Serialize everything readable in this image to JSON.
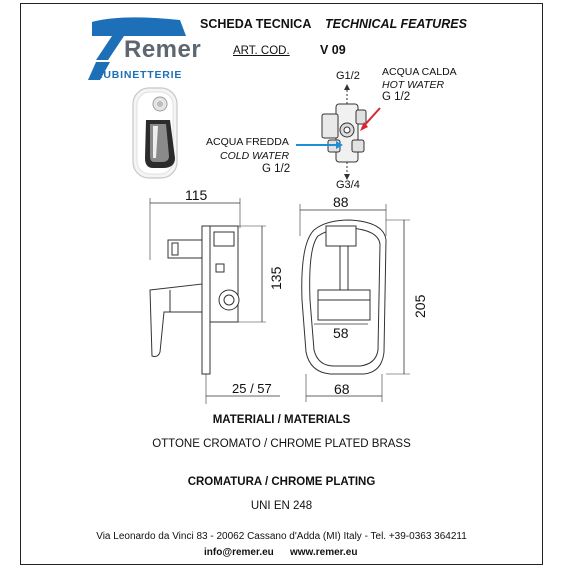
{
  "brand": {
    "logo_text": "Remer",
    "tagline": "RUBINETTERIE"
  },
  "header": {
    "title_it": "SCHEDA TECNICA",
    "title_en": "TECHNICAL FEATURES",
    "art_label": "ART. COD.",
    "art_code": "V 09"
  },
  "callouts": {
    "top_port": "G1/2",
    "hot_it": "ACQUA CALDA",
    "hot_en": "HOT WATER",
    "hot_size": "G 1/2",
    "cold_it": "ACQUA FREDDA",
    "cold_en": "COLD WATER",
    "cold_size": "G 1/2",
    "bottom_port": "G3/4"
  },
  "dimensions": {
    "side_depth": "115",
    "side_height": "135",
    "side_wall": "25 / 57",
    "front_width": "88",
    "front_height": "205",
    "front_inner": "58",
    "front_bottom": "68"
  },
  "materials": {
    "title": "MATERIALI / MATERIALS",
    "value": "OTTONE CROMATO / CHROME PLATED BRASS"
  },
  "plating": {
    "title": "CROMATURA / CHROME PLATING",
    "value": "UNI EN 248"
  },
  "footer": {
    "address": "Via Leonardo da Vinci 83 - 20062 Cassano d'Adda (MI) Italy - Tel. +39-0363 364211",
    "email": "info@remer.eu",
    "web": "www.remer.eu"
  },
  "colors": {
    "brand_blue": "#1d6fb8",
    "logo_gray": "#5d6771",
    "hot_red": "#d9252b",
    "cold_blue": "#1d8fd6"
  }
}
